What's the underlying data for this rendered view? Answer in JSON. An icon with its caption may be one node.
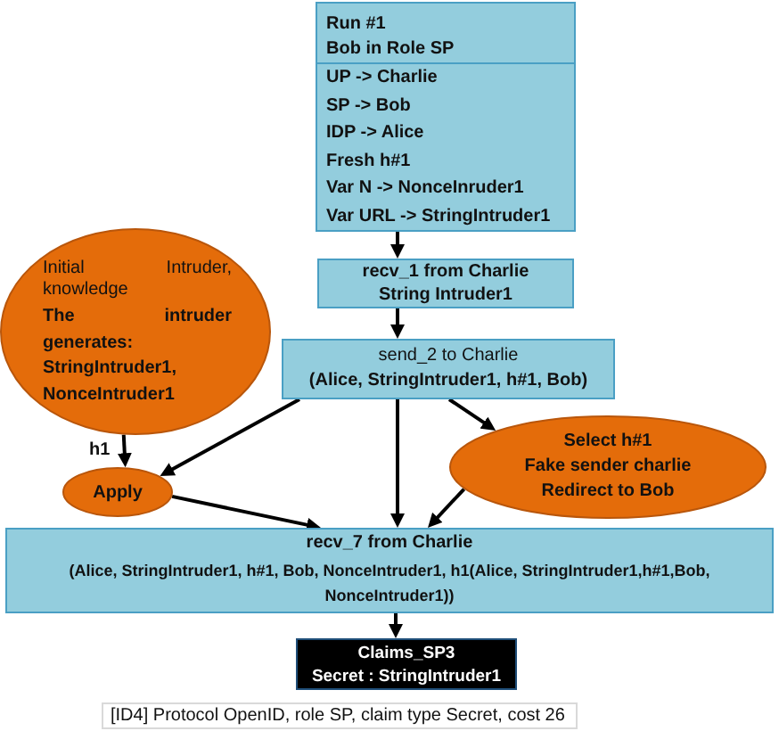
{
  "diagram": {
    "caption": "[ID4] Protocol OpenID, role SP, claim type Secret, cost 26",
    "nodes": [
      {
        "text": [
          "Run #1",
          "Bob in Role SP",
          "UP -> Charlie",
          "SP -> Bob",
          "IDP -> Alice",
          "Fresh h#1",
          "Var N -> NonceInruder1",
          "Var URL -> StringIntruder1"
        ]
      },
      {
        "text": [
          "recv_1 from Charlie",
          "String Intruder1"
        ]
      },
      {
        "text": [
          "Initial Intruder, knowledge",
          "The intruder generates: StringIntruder1, NonceIntruder1"
        ]
      },
      {
        "text": [
          "send_2 to Charlie",
          "(Alice, StringIntruder1, h#1, Bob)"
        ]
      },
      {
        "text": [
          "Select h#1",
          "Fake sender charlie",
          "Redirect to Bob"
        ]
      },
      {
        "text": [
          "Apply"
        ]
      },
      {
        "text": [
          "recv_7 from Charlie",
          "(Alice, StringIntruder1, h#1, Bob, NonceIntruder1, h1(Alice, StringIntruder1,h#1,Bob, NonceIntruder1))"
        ]
      },
      {
        "text": [
          "Claims_SP3",
          "Secret : StringIntruder1"
        ]
      }
    ],
    "edges": [
      {
        "from": 0,
        "to": 1,
        "arrow": "to"
      },
      {
        "from": 1,
        "to": 3,
        "arrow": "to"
      },
      {
        "from": 2,
        "to": 5,
        "arrow": "to",
        "label": "h1"
      },
      {
        "from": 3,
        "to": 5,
        "arrow": "to"
      },
      {
        "from": 3,
        "to": 4,
        "arrow": "to"
      },
      {
        "from": 3,
        "to": 6,
        "arrow": "to"
      },
      {
        "from": 4,
        "to": 6,
        "arrow": "to"
      },
      {
        "from": 5,
        "to": 6,
        "arrow": "to"
      },
      {
        "from": 6,
        "to": 7,
        "arrow": "to"
      }
    ]
  }
}
